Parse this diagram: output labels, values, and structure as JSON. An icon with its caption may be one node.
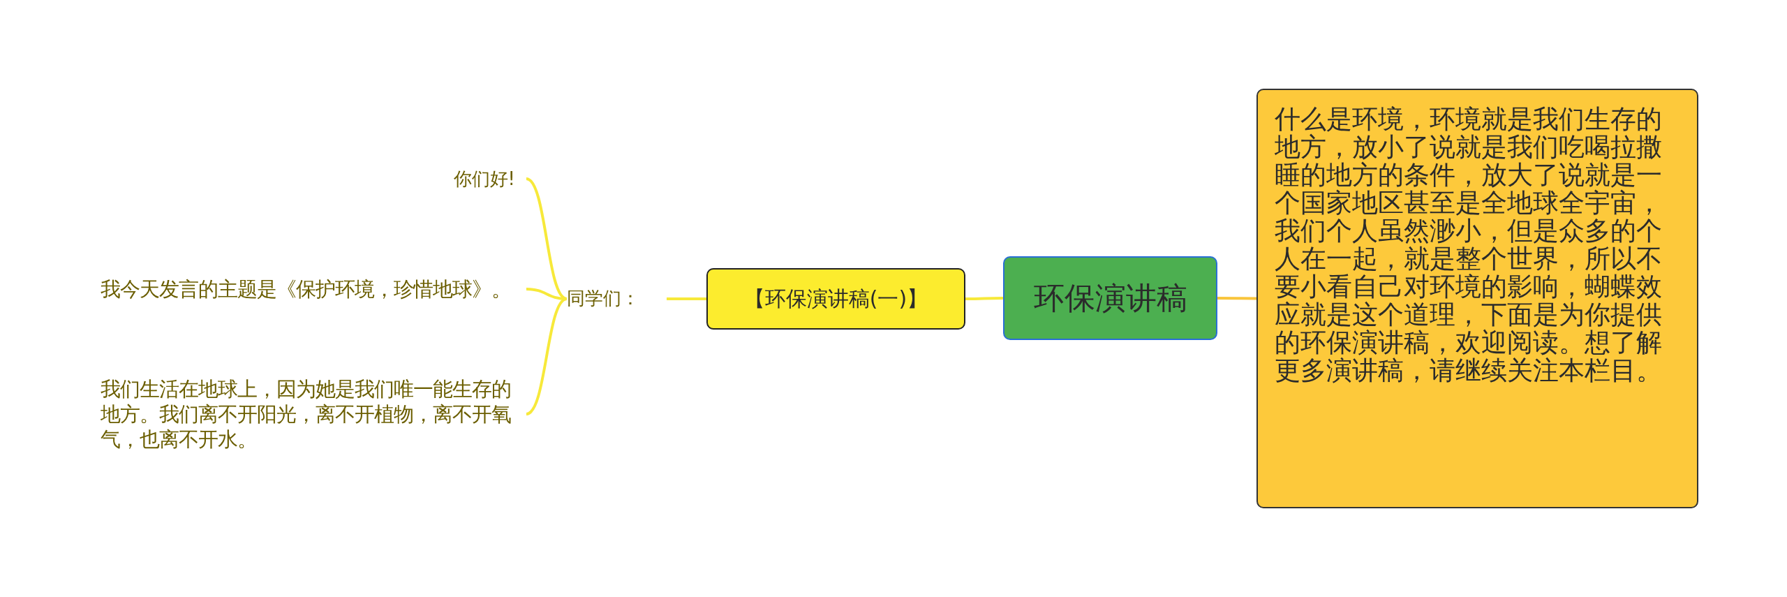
{
  "diagram": {
    "nodes": [
      {
        "text": [
          "环保演讲稿"
        ]
      },
      {
        "text": [
          "什么是环境，环境就是我们生存的地方，放小了说就是我们吃喝拉撒睡的地方的条件，放大了说就是一个国家地区甚至是全地球全宇宙，我们个人虽然渺小，但是众多的个人在一起，就是整个世界，所以不要小看自己对环境的影响，蝴蝶效应就是这个道理，下面是为你提供的环保演讲稿，欢迎阅读。想了解更多演讲稿，请继续关注本栏目。"
        ]
      },
      {
        "text": [
          "【环保演讲稿(一)】"
        ]
      },
      {
        "text": [
          "同学们："
        ]
      },
      {
        "text": [
          "你们好!"
        ]
      },
      {
        "text": [
          "我今天发言的主题是《保护环境，珍惜地球》。"
        ]
      },
      {
        "text": [
          "我们生活在地球上，因为她是我们唯一能生存的地方。我们离不开阳光，离不开植物，离不开氧气，也离不开水。"
        ]
      }
    ],
    "edges": [
      {
        "from": 0,
        "to": 1,
        "arrow": "none",
        "color": "#f9c53c"
      },
      {
        "from": 0,
        "to": 2,
        "arrow": "none"
      },
      {
        "from": 2,
        "to": 3,
        "arrow": "none"
      },
      {
        "from": 3,
        "to": 4,
        "arrow": "none"
      },
      {
        "from": 3,
        "to": 5,
        "arrow": "none"
      },
      {
        "from": 3,
        "to": 6,
        "arrow": "none"
      }
    ]
  }
}
